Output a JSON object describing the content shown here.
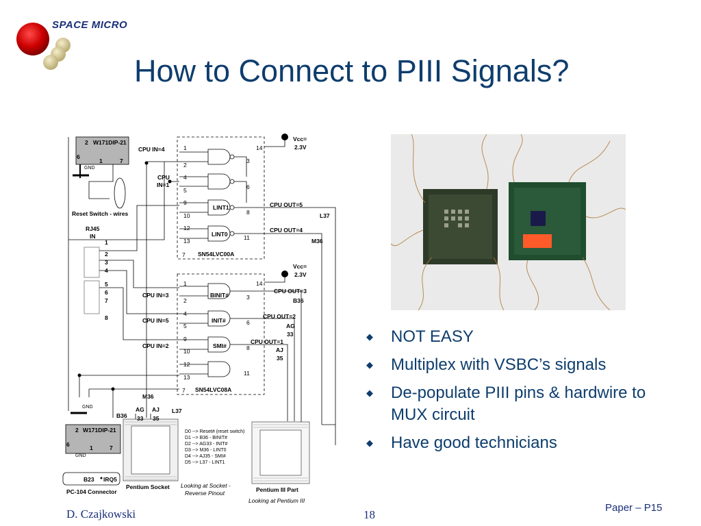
{
  "logo": {
    "text": "SPACE MICRO"
  },
  "title": "How to Connect to PIII Signals?",
  "bullets": [
    "NOT EASY",
    "Multiplex with VSBC’s signals",
    "De-populate PIII pins & hardwire to MUX circuit",
    "Have good technicians"
  ],
  "footer": {
    "author": "D. Czajkowski",
    "page_number": "18",
    "ref": "Paper – P15"
  },
  "photo": {
    "subject": "two Pentium III processors with wires attached"
  },
  "schematic": {
    "dip_top": {
      "name": "W171DIP-21",
      "pins": [
        "2",
        "6",
        "1",
        "7"
      ],
      "gnd": "GND"
    },
    "reset_switch": "Reset Switch - wires",
    "rj45": {
      "name": "RJ45",
      "sub": "IN",
      "pins": [
        "1",
        "2",
        "3",
        "4",
        "5",
        "6",
        "7",
        "8"
      ]
    },
    "chip1": {
      "name": "SN54LVC00A",
      "pins": [
        "1",
        "2",
        "4",
        "5",
        "9",
        "10",
        "12",
        "13",
        "7",
        "14",
        "3",
        "6",
        "8",
        "11"
      ],
      "gates": [
        "LINT1",
        "LINT0"
      ]
    },
    "vcc": "Vcc=",
    "vcc_value": "2.3V",
    "top_labels": {
      "cpu_in4": "CPU IN=4",
      "cpu_in1_a": "CPU",
      "cpu_in1_b": "IN=1",
      "cpu_out5": "CPU OUT=5",
      "cpu_out4": "CPU OUT=4",
      "l37": "L37",
      "m36": "M36"
    },
    "chip2": {
      "name": "SN54LVC08A",
      "pins": [
        "1",
        "2",
        "4",
        "5",
        "9",
        "10",
        "12",
        "13",
        "7",
        "14",
        "3",
        "6",
        "8",
        "11"
      ],
      "gates": [
        "BINIT#",
        "INIT#",
        "SMI#"
      ]
    },
    "mid_labels": {
      "cpu_in3": "CPU IN=3",
      "cpu_in5": "CPU IN=5",
      "cpu_in2": "CPU IN=2",
      "cpu_out3": "CPU OUT=3",
      "b36": "B36",
      "cpu_out2": "CPU OUT=2",
      "ag": "AG",
      "ag33": "33",
      "cpu_out1": "CPU OUT=1",
      "aj": "AJ",
      "aj35": "35"
    },
    "socket_labels": {
      "m36": "M36",
      "ag": "AG",
      "n33": "33",
      "aj": "AJ",
      "n35": "35",
      "l37": "L37",
      "b36": "B36",
      "gnd": "GND"
    },
    "dip_bottom": {
      "name": "W171DIP-21",
      "pins": [
        "2",
        "6",
        "1",
        "7"
      ],
      "gnd": "GND"
    },
    "pc104": {
      "pin": "B23",
      "irq": "IRQ5",
      "label": "PC-104 Connector"
    },
    "pentium_socket": "Pentium Socket",
    "socket_note": [
      "Looking at Socket -",
      "Reverse Pinout"
    ],
    "pinmap": [
      "D0 -->   Reset# (reset switch)",
      "D1 -->   B36 - BINIT#",
      "D2 -->   AG33 - INIT#",
      "D3 -->   M36 - LINT0",
      "D4 -->   AJ35 - SMI#",
      "D5 -->   L37 - LINT1"
    ],
    "pentium_part": "Pentium III Part",
    "part_note": "Looking at Pentium III"
  },
  "colors": {
    "title": "#0e3d6d",
    "logo_red": "#cc0000",
    "logo_tan": "#d9cf9c",
    "photo_bg": "#eaeaea",
    "dip_fill": "#b5b5b5"
  }
}
